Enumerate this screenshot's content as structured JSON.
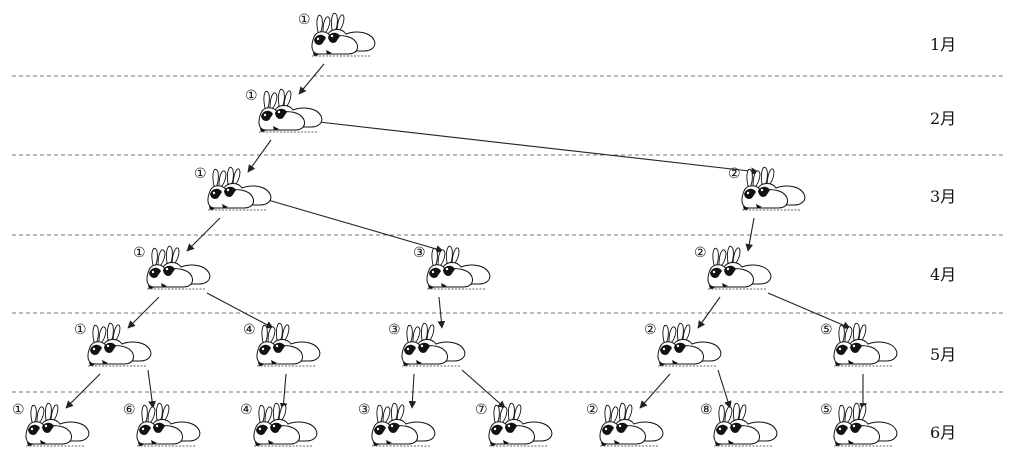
{
  "months": [
    "1月",
    "2月",
    "3月",
    "4月",
    "5月",
    "6月"
  ],
  "pairs": [
    {
      "label": "①"
    },
    {
      "label": "①"
    },
    {
      "label": "①"
    },
    {
      "label": "②"
    },
    {
      "label": "①"
    },
    {
      "label": "③"
    },
    {
      "label": "②"
    },
    {
      "label": "①"
    },
    {
      "label": "④"
    },
    {
      "label": "③"
    },
    {
      "label": "②"
    },
    {
      "label": "⑤"
    },
    {
      "label": "①"
    },
    {
      "label": "⑥"
    },
    {
      "label": "④"
    },
    {
      "label": "③"
    },
    {
      "label": "⑦"
    },
    {
      "label": "②"
    },
    {
      "label": "⑧"
    },
    {
      "label": "⑤"
    }
  ],
  "arrows": [
    {
      "from": 0,
      "to": 1
    },
    {
      "from": 1,
      "to": 2
    },
    {
      "from": 1,
      "to": 3
    },
    {
      "from": 2,
      "to": 4
    },
    {
      "from": 2,
      "to": 5
    },
    {
      "from": 3,
      "to": 6
    },
    {
      "from": 4,
      "to": 7
    },
    {
      "from": 4,
      "to": 8
    },
    {
      "from": 5,
      "to": 9
    },
    {
      "from": 6,
      "to": 10
    },
    {
      "from": 6,
      "to": 11
    },
    {
      "from": 7,
      "to": 12
    },
    {
      "from": 7,
      "to": 13
    },
    {
      "from": 8,
      "to": 14
    },
    {
      "from": 9,
      "to": 15
    },
    {
      "from": 9,
      "to": 16
    },
    {
      "from": 10,
      "to": 17
    },
    {
      "from": 10,
      "to": 18
    },
    {
      "from": 11,
      "to": 19
    }
  ]
}
